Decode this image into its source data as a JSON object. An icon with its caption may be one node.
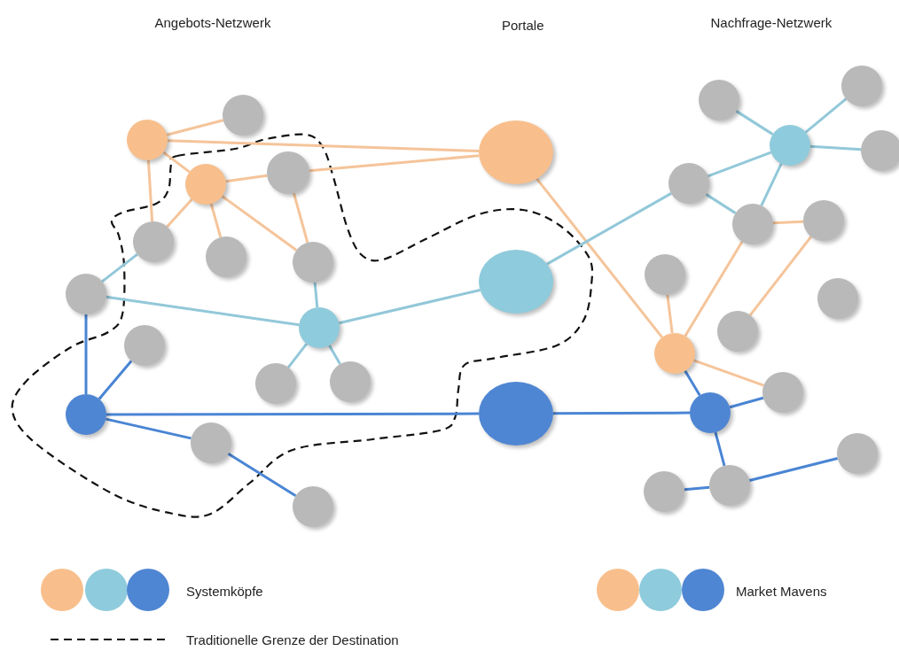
{
  "diagram": {
    "nodes": [
      {
        "text": [],
        "shape": "circle"
      },
      {
        "text": [],
        "shape": "circle"
      },
      {
        "text": [],
        "shape": "circle"
      },
      {
        "text": [],
        "shape": "circle"
      },
      {
        "text": [],
        "shape": "circle"
      },
      {
        "text": [],
        "shape": "circle"
      },
      {
        "text": [],
        "shape": "circle"
      },
      {
        "text": [],
        "shape": "circle"
      },
      {
        "text": [],
        "shape": "circle"
      },
      {
        "text": [],
        "shape": "circle"
      },
      {
        "text": [],
        "shape": "circle"
      },
      {
        "text": [],
        "shape": "circle"
      },
      {
        "text": [],
        "shape": "circle"
      },
      {
        "text": [],
        "shape": "circle"
      },
      {
        "text": [],
        "shape": "circle"
      },
      {
        "text": [],
        "shape": "circle"
      },
      {
        "text": [],
        "shape": "circle"
      },
      {
        "text": [],
        "shape": "circle"
      },
      {
        "text": [],
        "shape": "circle"
      },
      {
        "text": [],
        "shape": "circle"
      },
      {
        "text": [],
        "shape": "circle"
      },
      {
        "text": [],
        "shape": "circle"
      },
      {
        "text": [],
        "shape": "circle"
      },
      {
        "text": [],
        "shape": "circle"
      },
      {
        "text": [],
        "shape": "circle"
      },
      {
        "text": [],
        "shape": "circle"
      },
      {
        "text": [],
        "shape": "circle"
      },
      {
        "text": [],
        "shape": "circle"
      },
      {
        "text": [],
        "shape": "circle"
      },
      {
        "text": [],
        "shape": "circle"
      },
      {
        "text": [],
        "shape": "circle"
      },
      {
        "text": [],
        "shape": "circle"
      },
      {
        "text": [],
        "shape": "circle"
      },
      {
        "text": [],
        "shape": "circle"
      }
    ],
    "edges": [
      {
        "from": 0,
        "to": 1,
        "arrow": "none",
        "color": "#f5c49a"
      },
      {
        "from": 0,
        "to": 15,
        "arrow": "none",
        "color": "#f5c49a"
      },
      {
        "from": 0,
        "to": 2,
        "arrow": "none",
        "color": "#f5c49a"
      },
      {
        "from": 0,
        "to": 4,
        "arrow": "none",
        "color": "#f5c49a"
      },
      {
        "from": 2,
        "to": 3,
        "arrow": "none",
        "color": "#f5c49a"
      },
      {
        "from": 3,
        "to": 15,
        "arrow": "none",
        "color": "#f5c49a"
      },
      {
        "from": 2,
        "to": 4,
        "arrow": "none",
        "color": "#f5c49a"
      },
      {
        "from": 2,
        "to": 5,
        "arrow": "none",
        "color": "#f5c49a"
      },
      {
        "from": 2,
        "to": 6,
        "arrow": "none",
        "color": "#f5c49a"
      },
      {
        "from": 3,
        "to": 6,
        "arrow": "none",
        "color": "#f5c49a"
      },
      {
        "from": 4,
        "to": 7,
        "arrow": "none",
        "color": "#92c8d9"
      },
      {
        "from": 7,
        "to": 8,
        "arrow": "none",
        "color": "#92c8d9"
      },
      {
        "from": 6,
        "to": 8,
        "arrow": "none",
        "color": "#92c8d9"
      },
      {
        "from": 8,
        "to": 10,
        "arrow": "none",
        "color": "#92c8d9"
      },
      {
        "from": 8,
        "to": 11,
        "arrow": "none",
        "color": "#92c8d9"
      },
      {
        "from": 8,
        "to": 16,
        "arrow": "none",
        "color": "#92c8d9"
      },
      {
        "from": 7,
        "to": 12,
        "arrow": "none",
        "color": "#4a85d4"
      },
      {
        "from": 12,
        "to": 9,
        "arrow": "none",
        "color": "#4a85d4"
      },
      {
        "from": 12,
        "to": 17,
        "arrow": "none",
        "color": "#4a85d4"
      },
      {
        "from": 12,
        "to": 13,
        "arrow": "none",
        "color": "#4a85d4"
      },
      {
        "from": 13,
        "to": 14,
        "arrow": "none",
        "color": "#4a85d4"
      },
      {
        "from": 15,
        "to": 28,
        "arrow": "none",
        "color": "#f5c49a"
      },
      {
        "from": 16,
        "to": 22,
        "arrow": "none",
        "color": "#92c8d9"
      },
      {
        "from": 17,
        "to": 30,
        "arrow": "none",
        "color": "#4a85d4"
      },
      {
        "from": 20,
        "to": 18,
        "arrow": "none",
        "color": "#92c8d9"
      },
      {
        "from": 20,
        "to": 19,
        "arrow": "none",
        "color": "#92c8d9"
      },
      {
        "from": 20,
        "to": 21,
        "arrow": "none",
        "color": "#92c8d9"
      },
      {
        "from": 20,
        "to": 23,
        "arrow": "none",
        "color": "#92c8d9"
      },
      {
        "from": 22,
        "to": 23,
        "arrow": "none",
        "color": "#92c8d9"
      },
      {
        "from": 23,
        "to": 24,
        "arrow": "none",
        "color": "#f5c49a"
      },
      {
        "from": 28,
        "to": 23,
        "arrow": "none",
        "color": "#f5c49a"
      },
      {
        "from": 28,
        "to": 25,
        "arrow": "none",
        "color": "#f5c49a"
      },
      {
        "from": 27,
        "to": 24,
        "arrow": "none",
        "color": "#f5c49a"
      },
      {
        "from": 28,
        "to": 29,
        "arrow": "none",
        "color": "#f5c49a"
      },
      {
        "from": 28,
        "to": 30,
        "arrow": "none",
        "color": "#4a85d4"
      },
      {
        "from": 30,
        "to": 29,
        "arrow": "none",
        "color": "#4a85d4"
      },
      {
        "from": 30,
        "to": 33,
        "arrow": "none",
        "color": "#4a85d4"
      },
      {
        "from": 33,
        "to": 32,
        "arrow": "none",
        "color": "#4a85d4"
      },
      {
        "from": 33,
        "to": 31,
        "arrow": "none",
        "color": "#4a85d4"
      },
      {
        "from": 22,
        "to": 20,
        "arrow": "none",
        "color": "#92c8d9"
      }
    ],
    "labels": [
      "Angebots-Netzwerk",
      "Portale",
      "Nachfrage-Netzwerk",
      "Systemköpfe",
      "Market Mavens"
    ],
    "legend": [
      {
        "text": "Traditionelle Grenze der Destination"
      }
    ]
  }
}
